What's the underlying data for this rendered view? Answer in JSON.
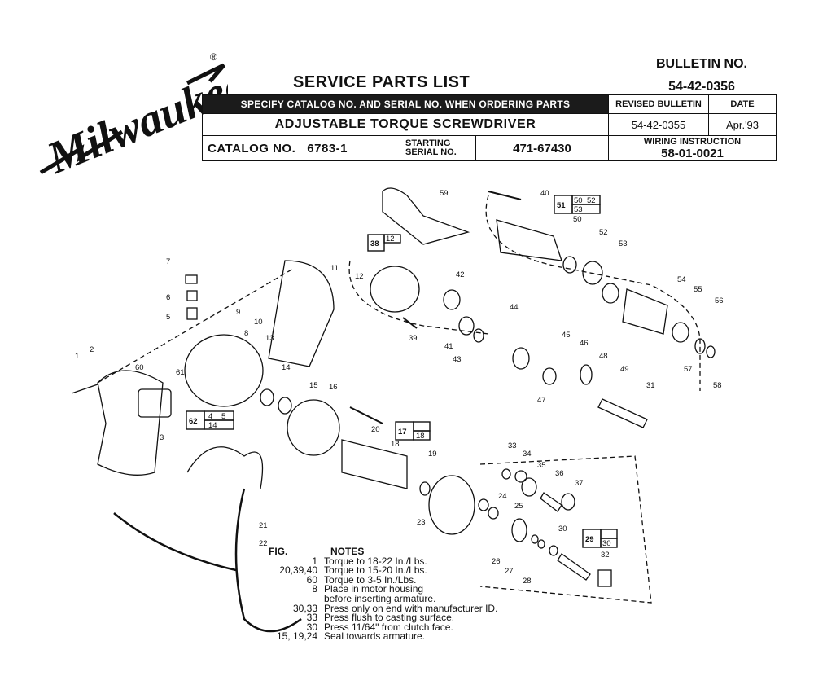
{
  "header": {
    "brand": "Milwaukee",
    "title": "SERVICE PARTS LIST",
    "bulletin_label": "BULLETIN NO.",
    "bulletin_no": "54-42-0356",
    "specify_banner": "SPECIFY CATALOG NO. AND SERIAL NO. WHEN ORDERING PARTS",
    "revised_label": "REVISED BULLETIN",
    "revised_value": "54-42-0355",
    "date_label": "DATE",
    "date_value": "Apr.'93",
    "product": "ADJUSTABLE  TORQUE SCREWDRIVER",
    "wiring_label": "WIRING INSTRUCTION",
    "wiring_value": "58-01-0021",
    "catalog_label": "CATALOG NO.",
    "catalog_value": "6783-1",
    "serial_label_1": "STARTING",
    "serial_label_2": "SERIAL NO.",
    "serial_value": "471-67430"
  },
  "notes": {
    "fig_header": "FIG.",
    "notes_header": "NOTES",
    "rows": [
      {
        "fig": "1",
        "note": "Torque to 18-22 In./Lbs."
      },
      {
        "fig": "20,39,40",
        "note": "Torque to 15-20 In./Lbs."
      },
      {
        "fig": "60",
        "note": "Torque to 3-5 In./Lbs."
      },
      {
        "fig": "8",
        "note": "Place in motor housing"
      },
      {
        "fig": "",
        "note": "before inserting armature."
      },
      {
        "fig": "30,33",
        "note": "Press only on end with manufacturer ID."
      },
      {
        "fig": "33",
        "note": "Press flush to casting surface."
      },
      {
        "fig": "30",
        "note": "Press 11/64\" from clutch face."
      },
      {
        "fig": "15, 19,24",
        "note": "Seal towards armature."
      }
    ]
  },
  "diagram": {
    "callouts": [
      "1",
      "2",
      "3",
      "5",
      "6",
      "7",
      "8",
      "9",
      "10",
      "11",
      "12",
      "13",
      "14",
      "15",
      "16",
      "18",
      "19",
      "20",
      "21",
      "22",
      "23",
      "24",
      "25",
      "26",
      "27",
      "28",
      "30",
      "31",
      "32",
      "33",
      "34",
      "35",
      "36",
      "37",
      "39",
      "40",
      "41",
      "42",
      "43",
      "44",
      "45",
      "46",
      "47",
      "48",
      "49",
      "50",
      "52",
      "53",
      "54",
      "55",
      "56",
      "57",
      "58",
      "59",
      "60",
      "61"
    ],
    "assemblies": [
      {
        "main": "38",
        "subs": [
          "12"
        ]
      },
      {
        "main": "51",
        "subs": [
          "50",
          "52",
          "53"
        ]
      },
      {
        "main": "17",
        "subs": [
          "18"
        ]
      },
      {
        "main": "62",
        "subs": [
          "4",
          "5",
          "14"
        ]
      },
      {
        "main": "29",
        "subs": [
          "30"
        ]
      }
    ]
  }
}
